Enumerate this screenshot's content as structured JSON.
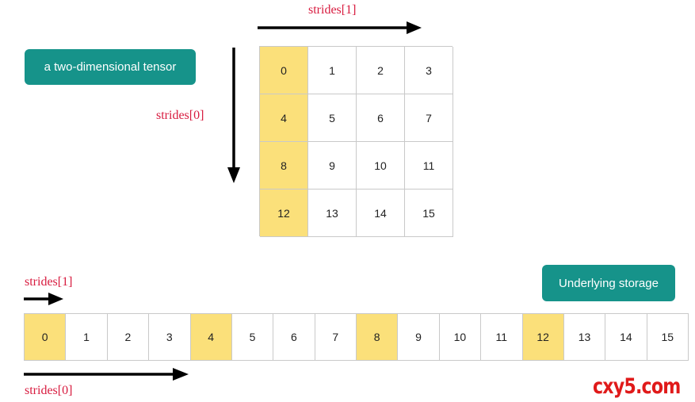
{
  "top": {
    "stride_col_label": "strides[1]",
    "stride_row_label": "strides[0]",
    "badge": "a two-dimensional tensor",
    "grid": {
      "rows": [
        [
          {
            "value": "0",
            "highlight": true
          },
          {
            "value": "1",
            "highlight": false
          },
          {
            "value": "2",
            "highlight": false
          },
          {
            "value": "3",
            "highlight": false
          }
        ],
        [
          {
            "value": "4",
            "highlight": true
          },
          {
            "value": "5",
            "highlight": false
          },
          {
            "value": "6",
            "highlight": false
          },
          {
            "value": "7",
            "highlight": false
          }
        ],
        [
          {
            "value": "8",
            "highlight": true
          },
          {
            "value": "9",
            "highlight": false
          },
          {
            "value": "10",
            "highlight": false
          },
          {
            "value": "11",
            "highlight": false
          }
        ],
        [
          {
            "value": "12",
            "highlight": true
          },
          {
            "value": "13",
            "highlight": false
          },
          {
            "value": "14",
            "highlight": false
          },
          {
            "value": "15",
            "highlight": false
          }
        ]
      ]
    }
  },
  "bottom": {
    "stride_col_label": "strides[1]",
    "stride_row_label": "strides[0]",
    "badge": "Underlying storage",
    "cells": [
      {
        "value": "0",
        "highlight": true
      },
      {
        "value": "1",
        "highlight": false
      },
      {
        "value": "2",
        "highlight": false
      },
      {
        "value": "3",
        "highlight": false
      },
      {
        "value": "4",
        "highlight": true
      },
      {
        "value": "5",
        "highlight": false
      },
      {
        "value": "6",
        "highlight": false
      },
      {
        "value": "7",
        "highlight": false
      },
      {
        "value": "8",
        "highlight": true
      },
      {
        "value": "9",
        "highlight": false
      },
      {
        "value": "10",
        "highlight": false
      },
      {
        "value": "11",
        "highlight": false
      },
      {
        "value": "12",
        "highlight": true
      },
      {
        "value": "13",
        "highlight": false
      },
      {
        "value": "14",
        "highlight": false
      },
      {
        "value": "15",
        "highlight": false
      }
    ]
  },
  "watermark": "cxy5.com",
  "colors": {
    "highlight": "#fbe07a",
    "badge": "#16938a",
    "label": "#d81b3f",
    "watermark": "#e01a1a",
    "grid_line": "#c9c9c9"
  }
}
